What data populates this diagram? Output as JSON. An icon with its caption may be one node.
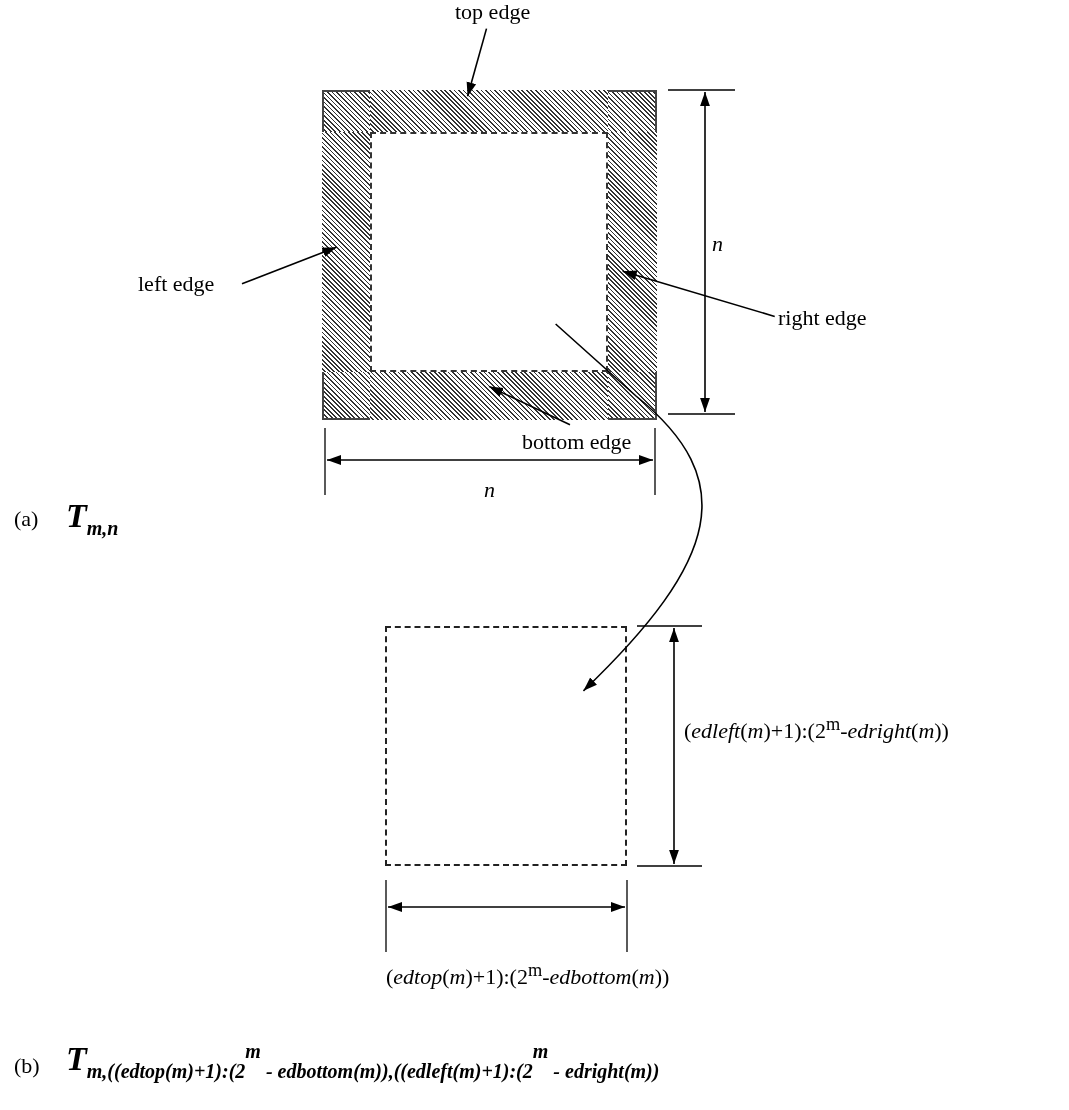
{
  "diagram": {
    "nodes": [
      {
        "text": [],
        "shape": "box"
      },
      {
        "text": [],
        "shape": "bar",
        "in": 0
      },
      {
        "text": [],
        "shape": "bar",
        "in": 0
      },
      {
        "text": [],
        "shape": "bar",
        "in": 0
      },
      {
        "text": [],
        "shape": "bar",
        "in": 0
      },
      {
        "text": [],
        "shape": "box",
        "in": 0
      },
      {
        "text": [
          "top edge"
        ]
      },
      {
        "text": [
          "left edge"
        ]
      },
      {
        "text": [
          "right edge"
        ]
      },
      {
        "text": [
          "bottom edge"
        ]
      },
      {
        "text": [],
        "shape": "box"
      }
    ],
    "edges": [
      {
        "from": 6,
        "to": 1,
        "arrow": "to"
      },
      {
        "from": 7,
        "to": 2,
        "arrow": "to"
      },
      {
        "from": 8,
        "to": 3,
        "arrow": "to"
      },
      {
        "from": 9,
        "to": 4,
        "arrow": "to"
      },
      {
        "from": 5,
        "to": 10,
        "arrow": "to"
      }
    ],
    "labels": [
      "n",
      "n",
      "(a)",
      "T$_{m,n}$",
      "(*edleft*(*m*)+1):(2$^{m}$-*edright*(*m*))",
      "(*edtop*(*m*)+1):(2$^{m}$-*edbottom*(*m*))",
      "(b)",
      "T$_{m,((edtop(m)+1):(2}$$^{m}$$_{ - edbottom(m)),((edleft(m)+1):(2}$$^{m}$$_{ - edright(m))}$"
    ]
  }
}
